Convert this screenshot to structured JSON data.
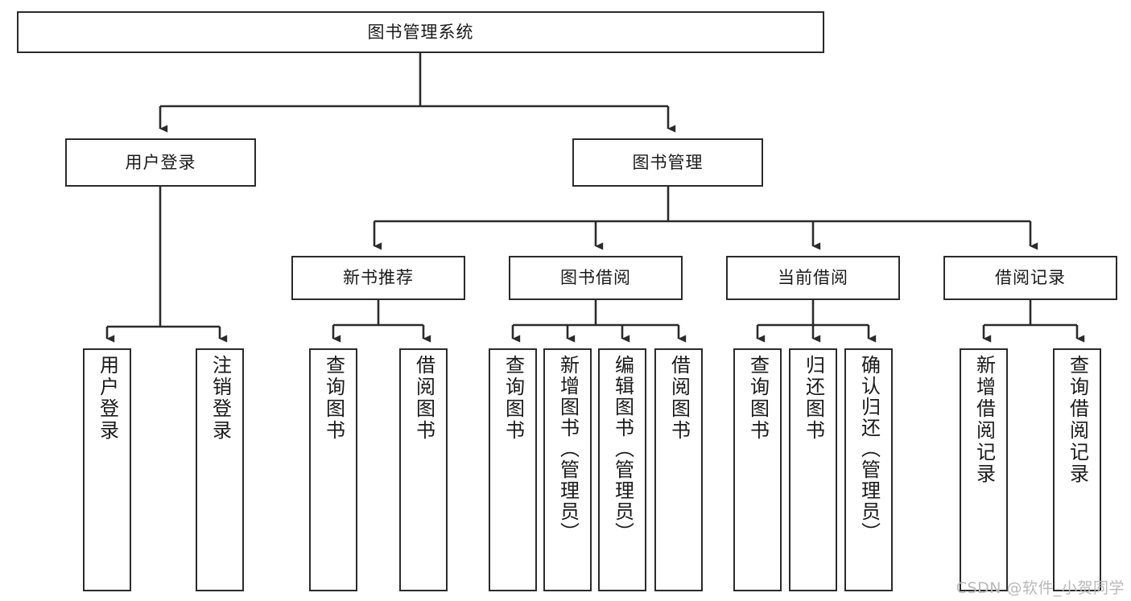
{
  "diagram": {
    "type": "tree",
    "title": "图书管理系统",
    "root": {
      "label": "图书管理系统"
    },
    "level2": [
      {
        "label": "用户登录"
      },
      {
        "label": "图书管理"
      }
    ],
    "level3": [
      {
        "label": "新书推荐"
      },
      {
        "label": "图书借阅"
      },
      {
        "label": "当前借阅"
      },
      {
        "label": "借阅记录"
      }
    ],
    "leaves": {
      "user_login": [
        {
          "label": "用户登录"
        },
        {
          "label": "注销登录"
        }
      ],
      "new_book_recommend": [
        {
          "label": "查询图书"
        },
        {
          "label": "借阅图书"
        }
      ],
      "book_borrow": [
        {
          "label": "查询图书"
        },
        {
          "label": "新增图书（管理员）"
        },
        {
          "label": "编辑图书（管理员）"
        },
        {
          "label": "借阅图书"
        }
      ],
      "current_borrow": [
        {
          "label": "查询图书"
        },
        {
          "label": "归还图书"
        },
        {
          "label": "确认归还（管理员）"
        }
      ],
      "borrow_record": [
        {
          "label": "新增借阅记录"
        },
        {
          "label": "查询借阅记录"
        }
      ]
    },
    "watermark": "CSDN @软件_小贺同学",
    "colors": {
      "stroke": "#2b2b2b",
      "fill": "#ffffff",
      "text": "#1a1a1a",
      "watermark": "#b9b9b9"
    }
  }
}
